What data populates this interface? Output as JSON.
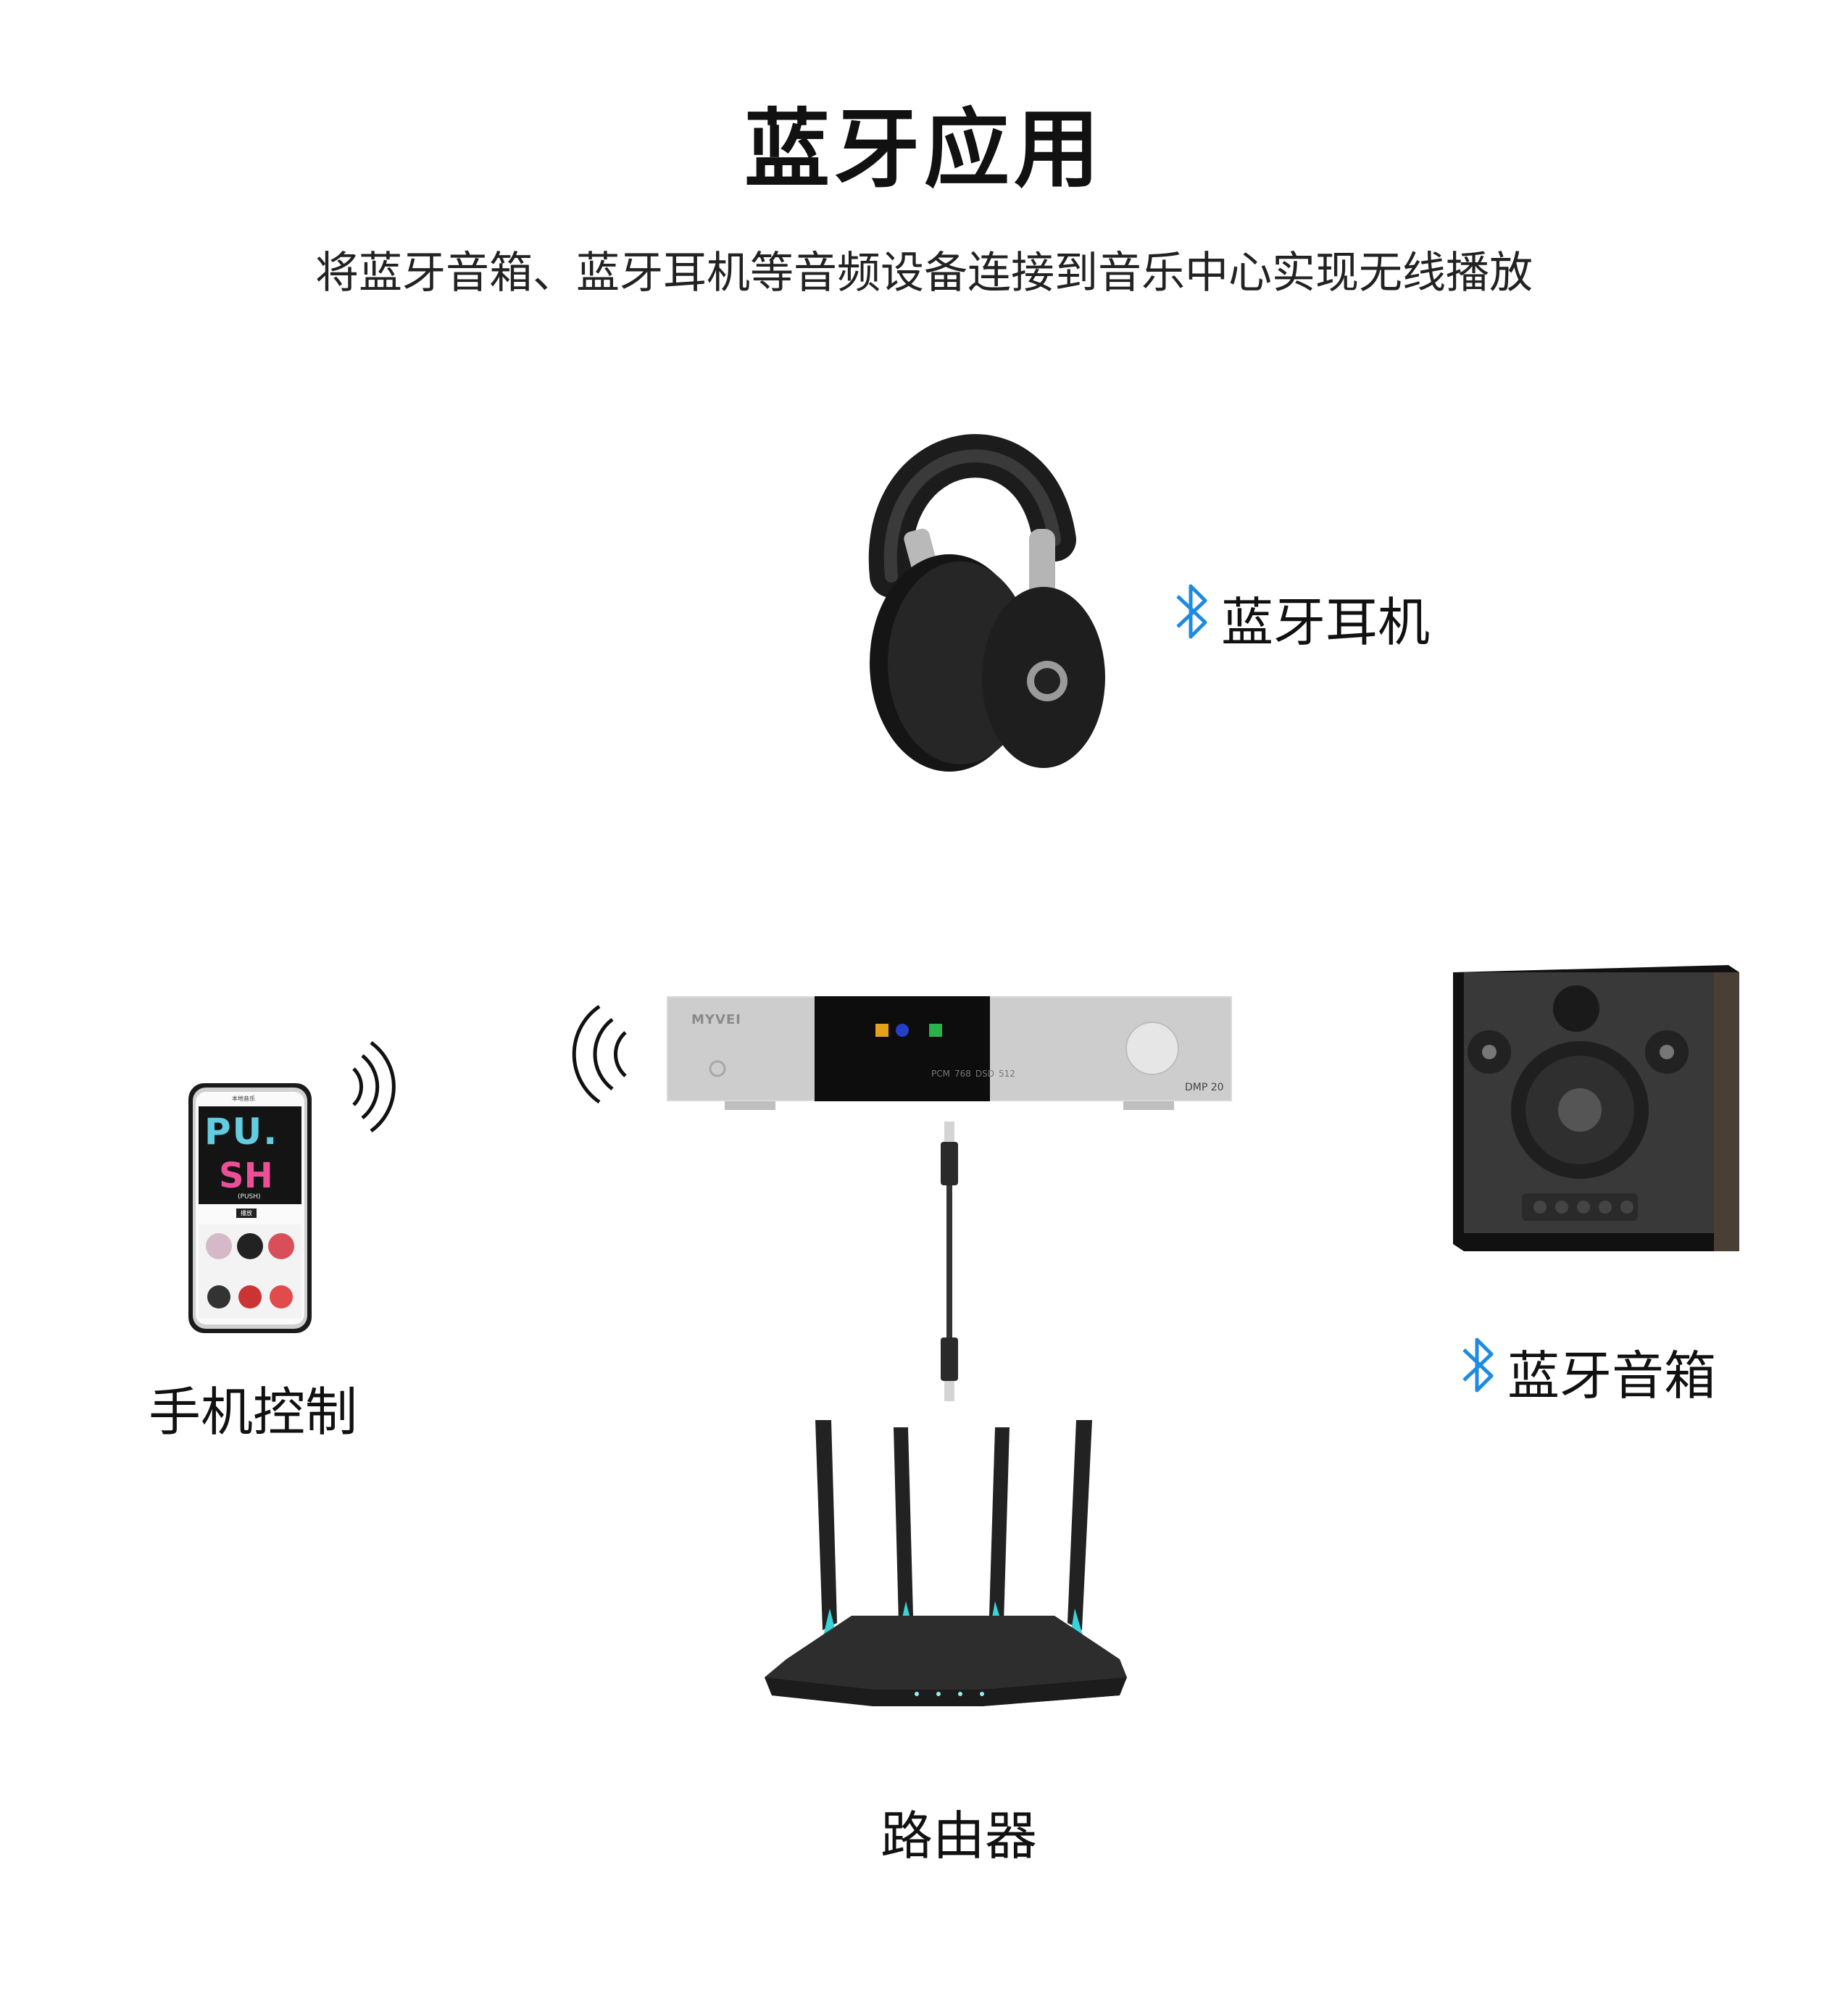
{
  "title": "蓝牙应用",
  "subtitle": "将蓝牙音箱、蓝牙耳机等音频设备连接到音乐中心实现无线播放",
  "labels": {
    "headphones": "蓝牙耳机",
    "speaker": "蓝牙音箱",
    "phone": "手机控制",
    "router": "路由器"
  },
  "device": {
    "brand": "MYVEI",
    "model": "DMP 20",
    "format_labels": [
      "PCM",
      "768",
      "DSD",
      "512"
    ]
  },
  "phone_screen": {
    "header": "本地音乐",
    "album_line1": "PU.",
    "album_line2": "SH",
    "album_caption": "(PUSH)",
    "play_label": "播放"
  },
  "colors": {
    "bluetooth": "#1e8be0",
    "background": "#ffffff",
    "text": "#111111"
  }
}
